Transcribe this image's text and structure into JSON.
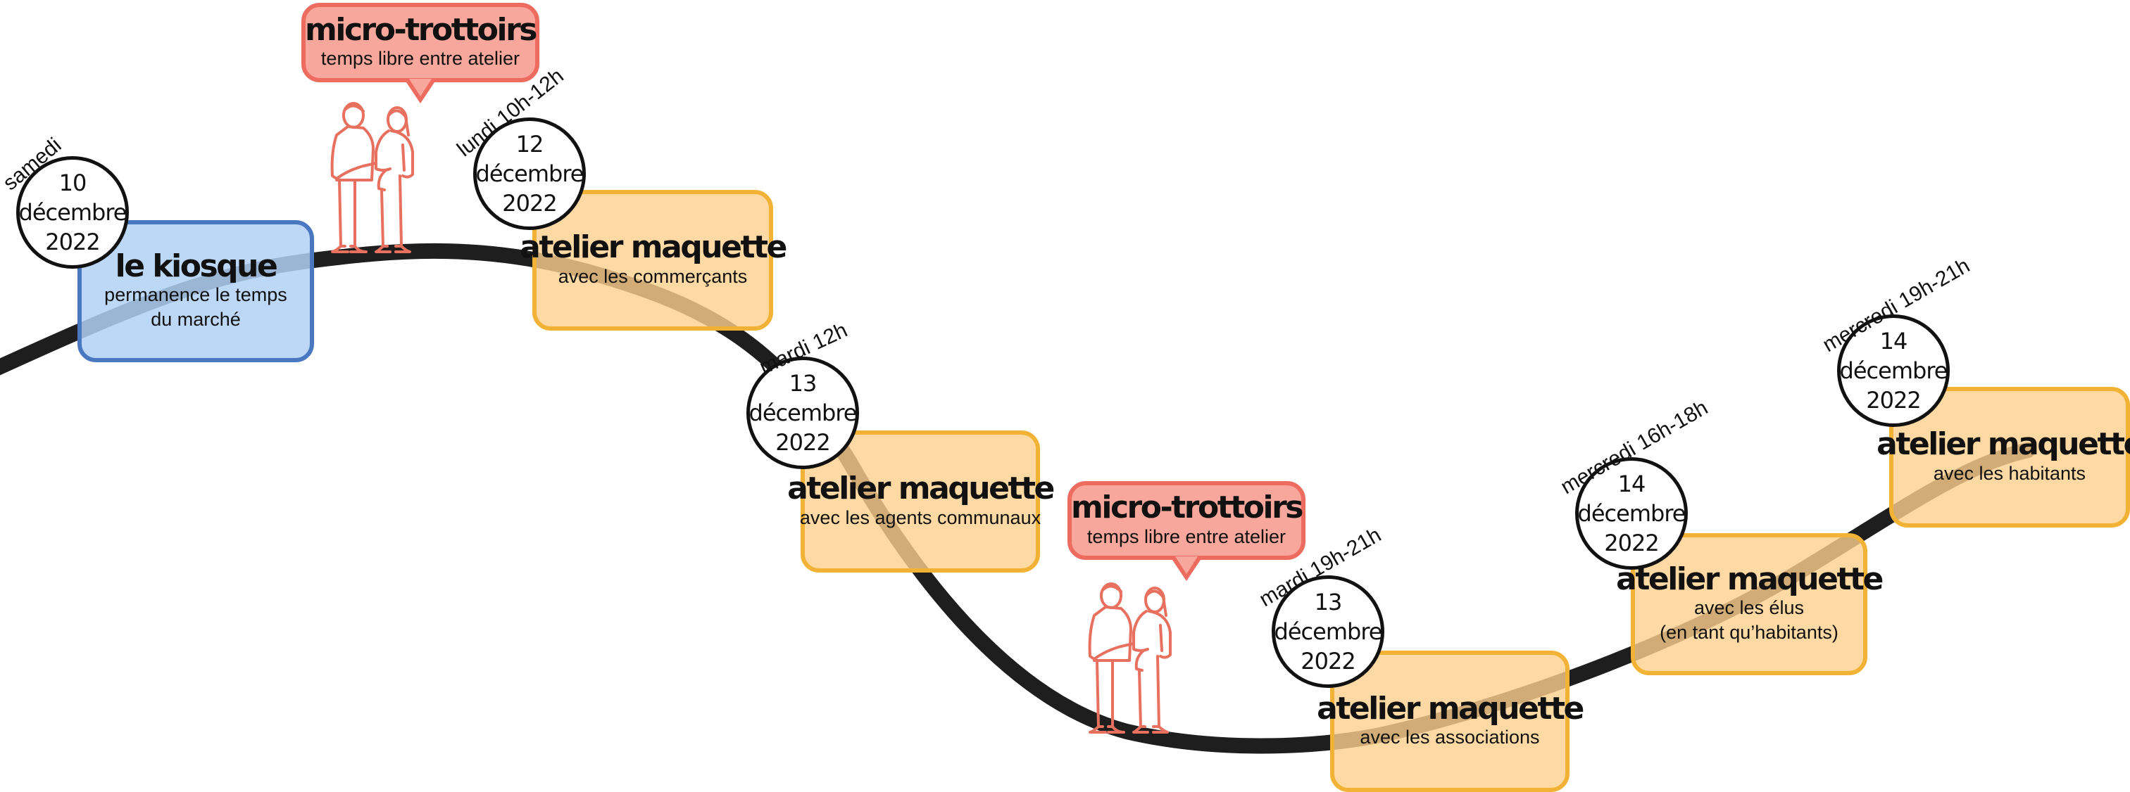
{
  "kiosque": {
    "title": "le kiosque",
    "subtitle_line1": "permanence le temps",
    "subtitle_line2": "du marché",
    "date_label": "samedi",
    "day": "10",
    "month": "décembre",
    "year": "2022"
  },
  "micro_trottoirs": [
    {
      "title": "micro-trottoirs",
      "subtitle": "temps libre entre atelier"
    },
    {
      "title": "micro-trottoirs",
      "subtitle": "temps libre entre atelier"
    }
  ],
  "ateliers": [
    {
      "title": "atelier maquette",
      "subtitle_line1": "avec les commerçants",
      "subtitle_line2": "",
      "date_label": "lundi 10h-12h",
      "day": "12",
      "month": "décembre",
      "year": "2022"
    },
    {
      "title": "atelier maquette",
      "subtitle_line1": "avec les agents communaux",
      "subtitle_line2": "",
      "date_label": "mardi 12h",
      "day": "13",
      "month": "décembre",
      "year": "2022"
    },
    {
      "title": "atelier maquette",
      "subtitle_line1": "avec les associations",
      "subtitle_line2": "",
      "date_label": "mardi 19h-21h",
      "day": "13",
      "month": "décembre",
      "year": "2022"
    },
    {
      "title": "atelier maquette",
      "subtitle_line1": "avec les élus",
      "subtitle_line2": "(en tant qu’habitants)",
      "date_label": "mercredi 16h-18h",
      "day": "14",
      "month": "décembre",
      "year": "2022"
    },
    {
      "title": "atelier maquette",
      "subtitle_line1": "avec les habitants",
      "subtitle_line2": "",
      "date_label": "mercredi 19h-21h",
      "day": "14",
      "month": "décembre",
      "year": "2022"
    }
  ],
  "colors": {
    "path": "#1e1e1e",
    "atelier_fill": "#fed08c",
    "atelier_border": "#f2b236",
    "kiosque_fill": "#b1d0f5",
    "kiosque_border": "#4a78c0",
    "bubble_fill": "#f8a79c",
    "bubble_border": "#ed6b5f",
    "people_stroke": "#e8705f"
  },
  "icons": {
    "people": "two-people-talking-icon"
  }
}
